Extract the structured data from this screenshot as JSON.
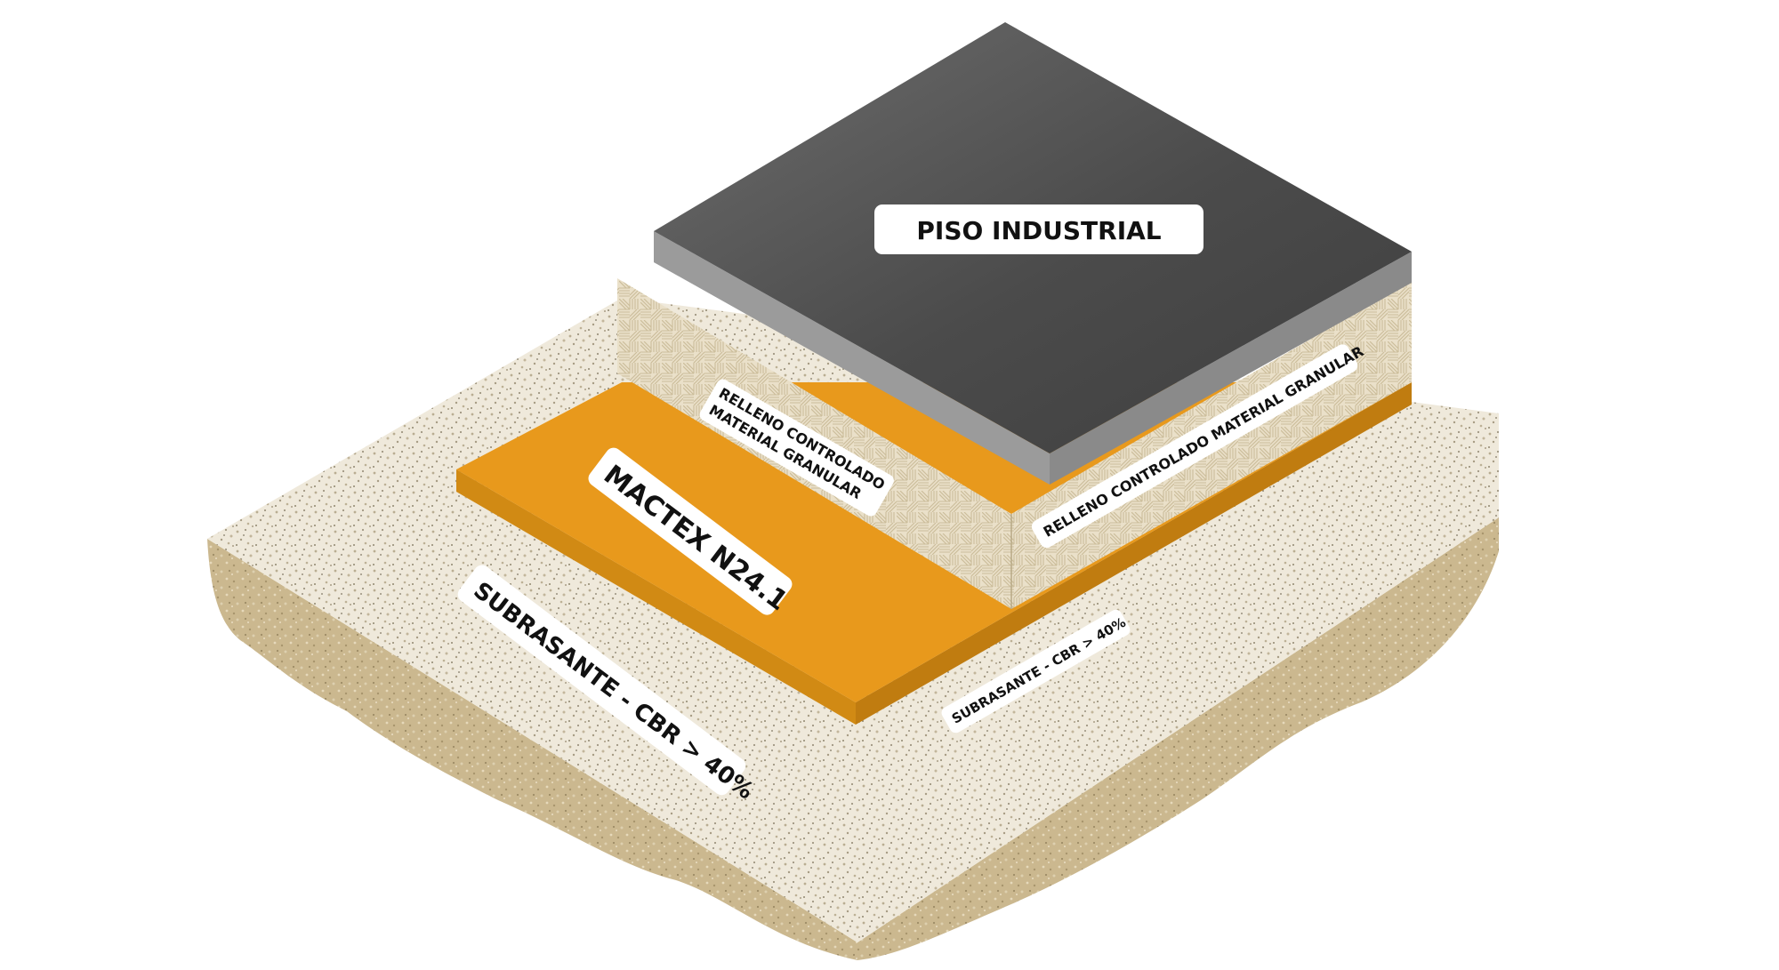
{
  "layers": {
    "floor": {
      "label": "PISO INDUSTRIAL",
      "color": "#4a4a4a"
    },
    "fill": {
      "label_front_line1": "RELLENO CONTROLADO",
      "label_front_line2": "MATERIAL GRANULAR",
      "label_side": "RELLENO CONTROLADO MATERIAL GRANULAR",
      "color": "#e6dcc6"
    },
    "geotextile": {
      "label": "MACTEX N24.1",
      "color": "#e8991c"
    },
    "subgrade": {
      "label_front": "SUBRASANTE - CBR > 40%",
      "label_side": "SUBRASANTE - CBR > 40%",
      "color": "#ece6d6"
    }
  },
  "colors": {
    "soil": "#c7b38a",
    "floor_edge": "#9a9a9a",
    "geotextile_dark": "#d18a14"
  }
}
